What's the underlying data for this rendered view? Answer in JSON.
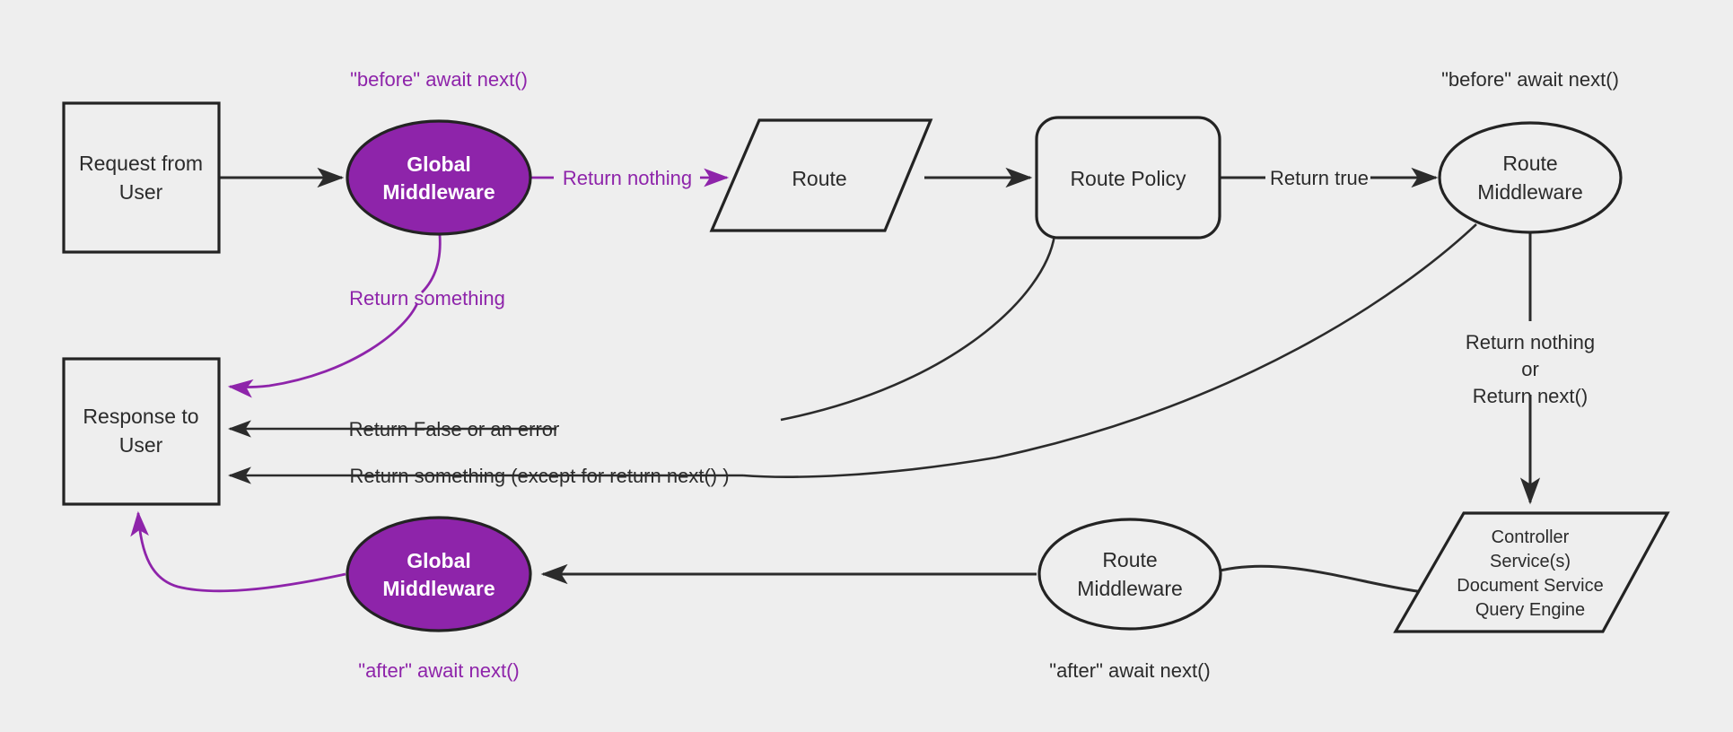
{
  "diagram": {
    "title": "Request / Middleware / Response flow",
    "background_color": "#eeeeee",
    "accent_color": "#8E24AA",
    "line_color": "#2b2b2b",
    "nodes": {
      "request_from_user": {
        "line1": "Request from",
        "line2": "User",
        "shape": "rectangle"
      },
      "global_middleware_top": {
        "line1": "Global",
        "line2": "Middleware",
        "shape": "ellipse",
        "fill": "#8E24AA"
      },
      "route": {
        "line1": "Route",
        "shape": "parallelogram"
      },
      "route_policy": {
        "line1": "Route Policy",
        "shape": "rounded-rectangle"
      },
      "route_middleware_top": {
        "line1": "Route",
        "line2": "Middleware",
        "shape": "ellipse"
      },
      "controller_stack": {
        "line1": "Controller",
        "line2": "Service(s)",
        "line3": "Document Service",
        "line4": "Query Engine",
        "shape": "parallelogram"
      },
      "route_middleware_bottom": {
        "line1": "Route",
        "line2": "Middleware",
        "shape": "ellipse"
      },
      "global_middleware_bottom": {
        "line1": "Global",
        "line2": "Middleware",
        "shape": "ellipse",
        "fill": "#8E24AA"
      },
      "response_to_user": {
        "line1": "Response to",
        "line2": "User",
        "shape": "rectangle"
      }
    },
    "annotations": {
      "before_await_next_global": "\"before\" await next()",
      "before_await_next_route": "\"before\" await next()",
      "after_await_next_global": "\"after\" await next()",
      "after_await_next_route": "\"after\" await next()"
    },
    "edge_labels": {
      "return_nothing_purple": "Return nothing",
      "return_something_purple": "Return something",
      "return_true": "Return true",
      "return_false_or_error": "Return False or an error",
      "return_something_except": "Return something (except for return next() )",
      "route_mw_out_line1": "Return nothing",
      "route_mw_out_line2": "or",
      "route_mw_out_line3": "Return next()"
    }
  }
}
